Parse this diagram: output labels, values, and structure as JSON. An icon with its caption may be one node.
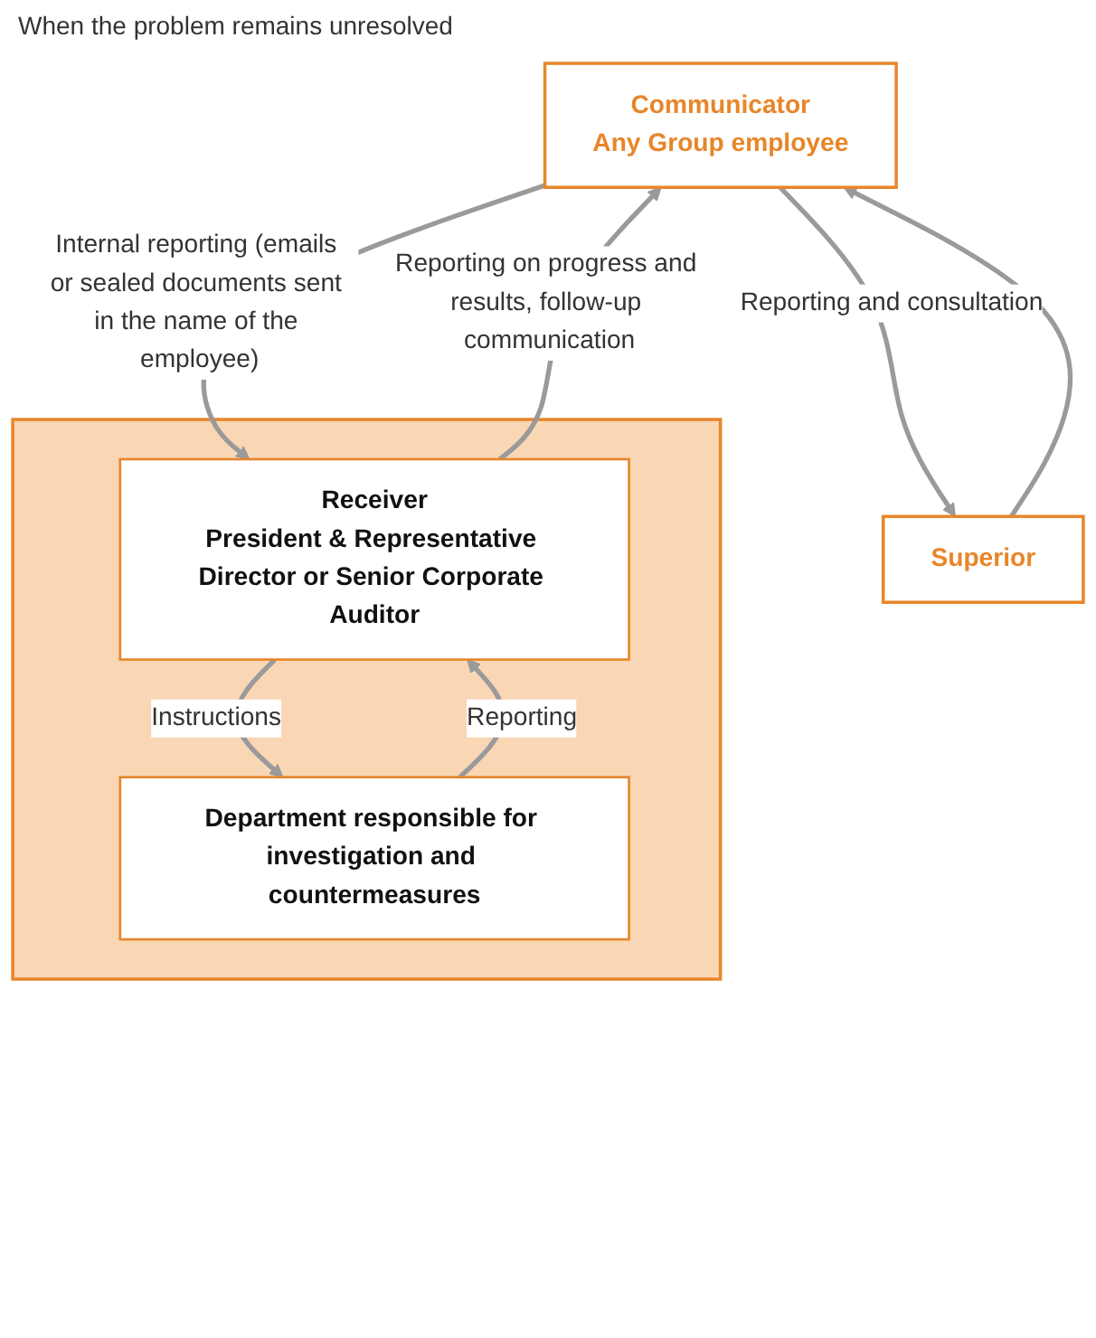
{
  "diagram": {
    "nodes": [
      {
        "text": [
          "Communicator",
          "Any Group employee"
        ]
      },
      {
        "text": [
          "Superior"
        ]
      },
      {
        "text": [],
        "shape": "box"
      },
      {
        "text": [
          "Receiver",
          "President & Representative Director or Senior Corporate Auditor"
        ],
        "in": 2
      },
      {
        "text": [
          "Department responsible for investigation and countermeasures"
        ],
        "in": 2
      }
    ],
    "edges": [
      {
        "from": 0,
        "to": 1,
        "arrow": "to",
        "label": "Reporting and consultation"
      },
      {
        "from": 1,
        "to": 0,
        "arrow": "to"
      },
      {
        "from": 0,
        "to": 3,
        "arrow": "to",
        "label": "Internal reporting (emails or sealed documents sent in the name of the employee)"
      },
      {
        "from": 3,
        "to": 0,
        "arrow": "to",
        "label": "Reporting on progress and results, follow-up communication"
      },
      {
        "from": 3,
        "to": 4,
        "arrow": "to",
        "label": "Instructions"
      },
      {
        "from": 4,
        "to": 3,
        "arrow": "to",
        "label": "Reporting"
      }
    ],
    "labels": [
      "When the problem remains unresolved"
    ]
  }
}
